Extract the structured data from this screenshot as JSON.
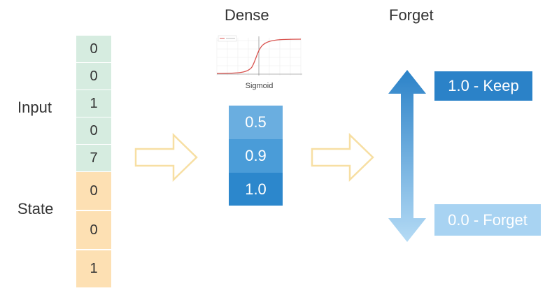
{
  "headings": {
    "dense": "Dense",
    "forget": "Forget"
  },
  "labels": {
    "input": "Input",
    "state": "State"
  },
  "input_vector": [
    "0",
    "0",
    "1",
    "0",
    "7"
  ],
  "state_vector": [
    "0",
    "0",
    "1"
  ],
  "sigmoid": {
    "caption": "Sigmoid"
  },
  "dense_output": [
    "0.5",
    "0.9",
    "1.0"
  ],
  "forget_scale": {
    "keep": "1.0 - Keep",
    "forget": "0.0 - Forget"
  },
  "colors": {
    "input_cell": "#d6ece0",
    "state_cell": "#fde0b3",
    "dense_light": "#6aaee0",
    "dense_mid": "#4a9cd8",
    "dense_dark": "#2c87cc",
    "keep_box": "#2b82c8",
    "forget_box": "#a8d3f2",
    "process_arrow_stroke": "#f7dfa3"
  }
}
